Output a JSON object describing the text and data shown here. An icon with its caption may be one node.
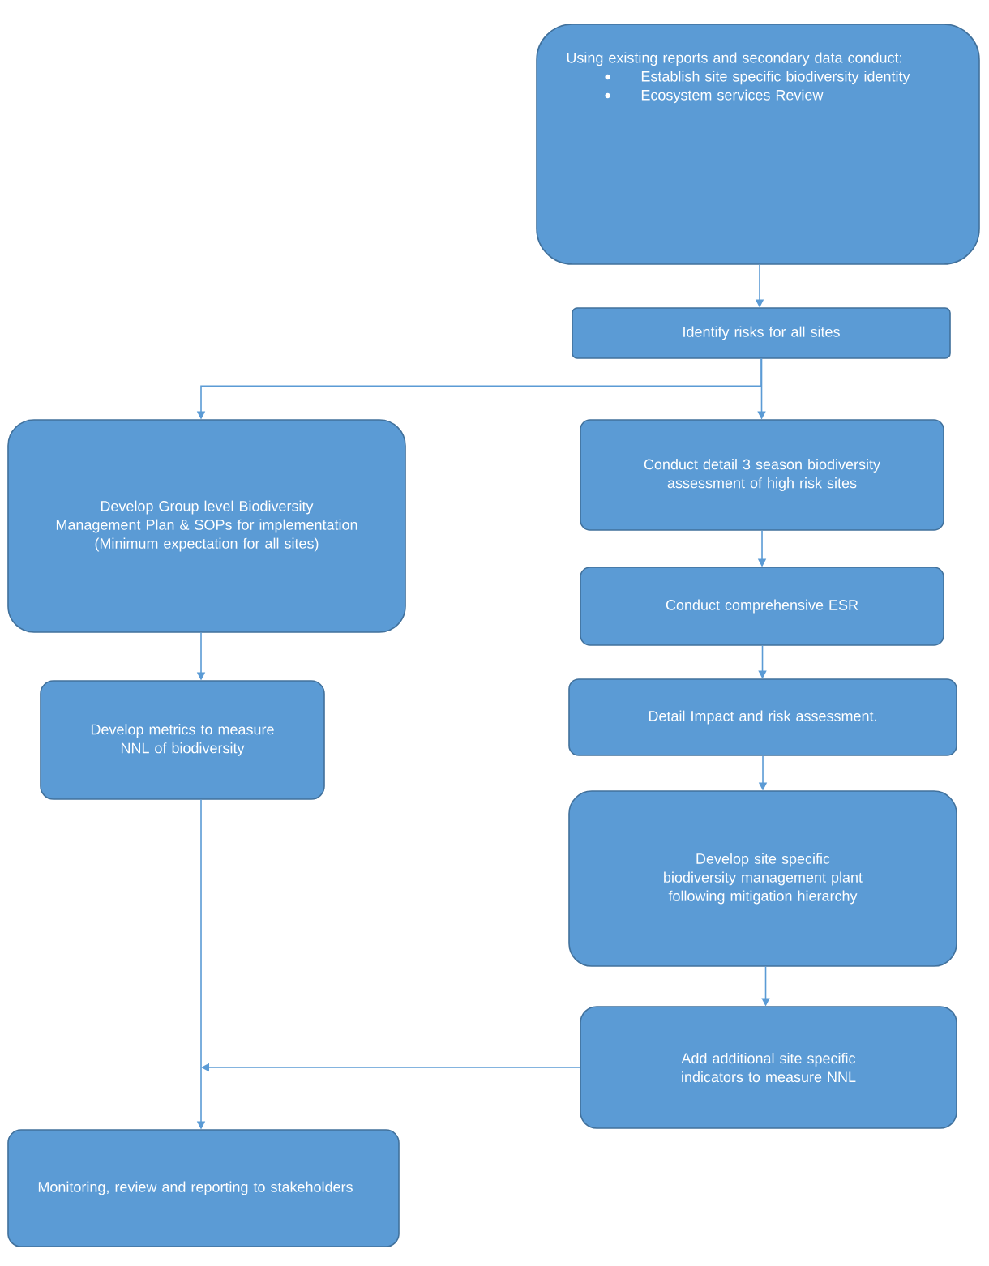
{
  "diagram": {
    "nodes": [
      {
        "text": [
          "Using existing reports and secondary data conduct:",
          "Establish site specific biodiversity identity",
          "Ecosystem services Review"
        ]
      },
      {
        "text": [
          "Identify risks for all sites"
        ]
      },
      {
        "text": [
          "Develop Group level Biodiversity Management Plan & SOPs for implementation (Minimum expectation for all sites)"
        ]
      },
      {
        "text": [
          "Conduct detail 3 season biodiversity assessment of high risk sites"
        ]
      },
      {
        "text": [
          "Conduct comprehensive ESR"
        ]
      },
      {
        "text": [
          "Detail Impact and risk assessment."
        ]
      },
      {
        "text": [
          "Develop site specific biodiversity management plant following mitigation hierarchy"
        ]
      },
      {
        "text": [
          "Add additional site specific indicators to measure NNL"
        ]
      },
      {
        "text": [
          "Develop metrics to measure NNL of biodiversity"
        ]
      },
      {
        "text": [
          "Monitoring, review and reporting to stakeholders"
        ]
      }
    ],
    "edges": [
      {
        "from": 0,
        "to": 1,
        "arrow": "to"
      },
      {
        "from": 1,
        "to": 2,
        "arrow": "to"
      },
      {
        "from": 1,
        "to": 3,
        "arrow": "to"
      },
      {
        "from": 2,
        "to": 8,
        "arrow": "to"
      },
      {
        "from": 3,
        "to": 4,
        "arrow": "to"
      },
      {
        "from": 4,
        "to": 5,
        "arrow": "to"
      },
      {
        "from": 5,
        "to": 6,
        "arrow": "to"
      },
      {
        "from": 6,
        "to": 7,
        "arrow": "to"
      },
      {
        "from": 8,
        "to": 9,
        "arrow": "to"
      },
      {
        "from": 7,
        "to": 9,
        "arrow": "to"
      }
    ]
  }
}
